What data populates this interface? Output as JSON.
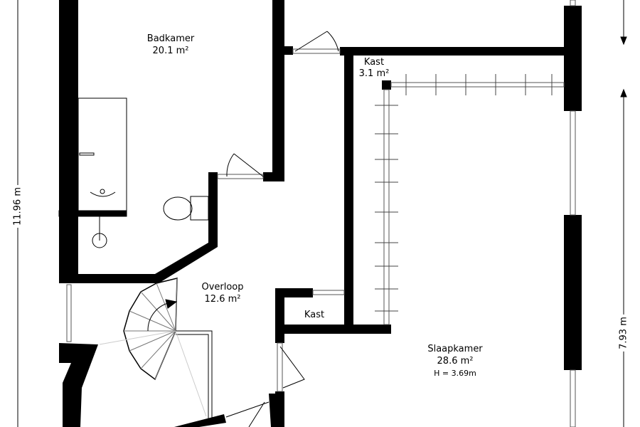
{
  "rooms": [
    {
      "name": "Badkamer",
      "area": "20.1 m²"
    },
    {
      "name": "Kast",
      "area": "3.1 m²"
    },
    {
      "name": "Overloop",
      "area": "12.6 m²"
    },
    {
      "name": "Kast"
    },
    {
      "name": "Slaapkamer",
      "area": "28.6 m²",
      "height": "H = 3.69m"
    }
  ],
  "dimensions": {
    "left": "11.96 m",
    "right": "7.93 m"
  },
  "colors": {
    "wall": "#000000",
    "line": "#555555"
  }
}
